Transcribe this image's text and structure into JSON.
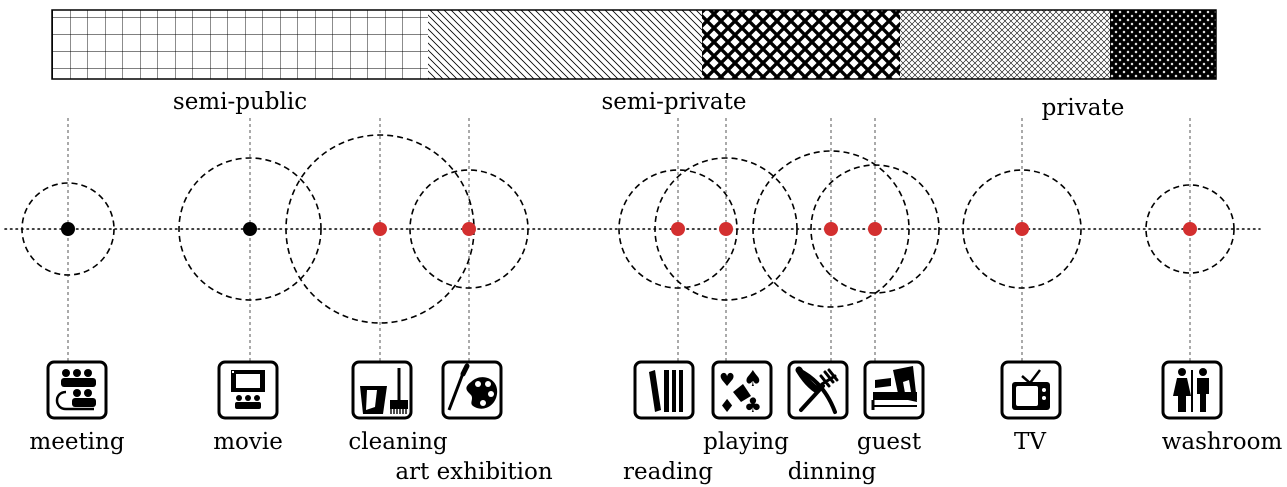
{
  "zones": [
    {
      "label": "semi-public",
      "pattern": "grid"
    },
    {
      "label": "semi-private",
      "pattern": "hatch"
    },
    {
      "label": "private",
      "pattern": "dense-crosshatch"
    }
  ],
  "activities": [
    {
      "label": "meeting",
      "icon": "meeting-icon",
      "dot_color": "#000000"
    },
    {
      "label": "movie",
      "icon": "movie-icon",
      "dot_color": "#000000"
    },
    {
      "label": "cleaning",
      "icon": "cleaning-icon",
      "dot_color": "#d32f2f"
    },
    {
      "label": "art exhibition",
      "icon": "art-palette-icon",
      "dot_color": "#d32f2f"
    },
    {
      "label": "reading",
      "icon": "books-icon",
      "dot_color": "#d32f2f"
    },
    {
      "label": "playing",
      "icon": "playing-cards-icon",
      "dot_color": "#d32f2f"
    },
    {
      "label": "dinning",
      "icon": "fork-knife-icon",
      "dot_color": "#d32f2f"
    },
    {
      "label": "guest",
      "icon": "guest-bed-icon",
      "dot_color": "#d32f2f"
    },
    {
      "label": "TV",
      "icon": "tv-icon",
      "dot_color": "#d32f2f"
    },
    {
      "label": "washroom",
      "icon": "washroom-icon",
      "dot_color": "#d32f2f"
    }
  ],
  "colors": {
    "private_dot": "#d32f2f",
    "public_dot": "#000000"
  }
}
